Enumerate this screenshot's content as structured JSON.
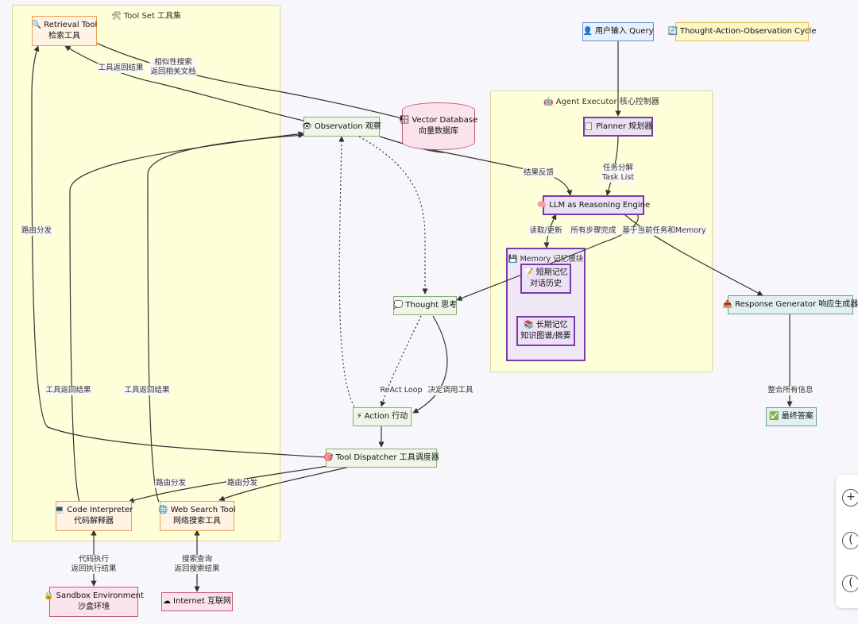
{
  "toolset": {
    "icon": "🛠",
    "title": "Tool Set 工具集"
  },
  "executor": {
    "icon": "🤖",
    "title": "Agent Executor 核心控制器"
  },
  "memory_group": {
    "icon": "💾",
    "title": "Memory 记忆模块"
  },
  "nodes": {
    "retrieval": {
      "icon": "🔍",
      "line1": "Retrieval Tool",
      "line2": "检索工具"
    },
    "observation": {
      "icon": "👁",
      "line1": "Observation 观察"
    },
    "vectordb": {
      "icon": "🗄",
      "line1": "Vector Database",
      "line2": "向量数据库"
    },
    "query": {
      "icon": "👤",
      "line1": "用户输入 Query"
    },
    "cycle": {
      "icon": "🔄",
      "line1": "Thought-Action-Observation Cycle"
    },
    "planner": {
      "icon": "📋",
      "line1": "Planner 规划器"
    },
    "llm": {
      "icon": "🧠",
      "line1": "LLM as Reasoning Engine"
    },
    "shortmem": {
      "icon": "📝",
      "line1": "短期记忆",
      "line2": "对话历史"
    },
    "longmem": {
      "icon": "📚",
      "line1": "长期记忆",
      "line2": "知识图谱/摘要"
    },
    "thought": {
      "icon": "💭",
      "line1": "Thought 思考"
    },
    "action": {
      "icon": "⚡",
      "line1": "Action 行动"
    },
    "dispatcher": {
      "icon": "🎯",
      "line1": "Tool Dispatcher 工具调度器"
    },
    "response": {
      "icon": "📤",
      "line1": "Response Generator 响应生成器"
    },
    "answer": {
      "icon": "✅",
      "line1": "最终答案"
    },
    "code": {
      "icon": "💻",
      "line1": "Code Interpreter",
      "line2": "代码解释器"
    },
    "websearch": {
      "icon": "🌐",
      "line1": "Web Search Tool",
      "line2": "网络搜索工具"
    },
    "sandbox": {
      "icon": "🔒",
      "line1": "Sandbox Environment",
      "line2": "沙盒环境"
    },
    "internet": {
      "icon": "☁",
      "line1": "Internet 互联网"
    }
  },
  "edge_labels": {
    "tool_return_1": "工具返回结果",
    "similarity": "相似性搜索\n返回相关文档",
    "route_1": "路由分发",
    "result_feedback": "结果反馈",
    "task_split": "任务分解\nTask List",
    "read_update": "读取/更新",
    "all_done": "所有步骤完成",
    "based_on": "基于当前任务和Memory",
    "tool_return_2": "工具返回结果",
    "tool_return_3": "工具返回结果",
    "react_loop": "ReAct Loop",
    "decide_tool": "决定调用工具",
    "integrate": "整合所有信息",
    "route_2": "路由分发",
    "route_3": "路由分发",
    "code_exec": "代码执行\n返回执行结果",
    "search_query": "搜索查询\n返回搜索结果"
  },
  "zoom": {
    "zoom_in": "+",
    "fit": "(",
    "zoom_out": "("
  }
}
